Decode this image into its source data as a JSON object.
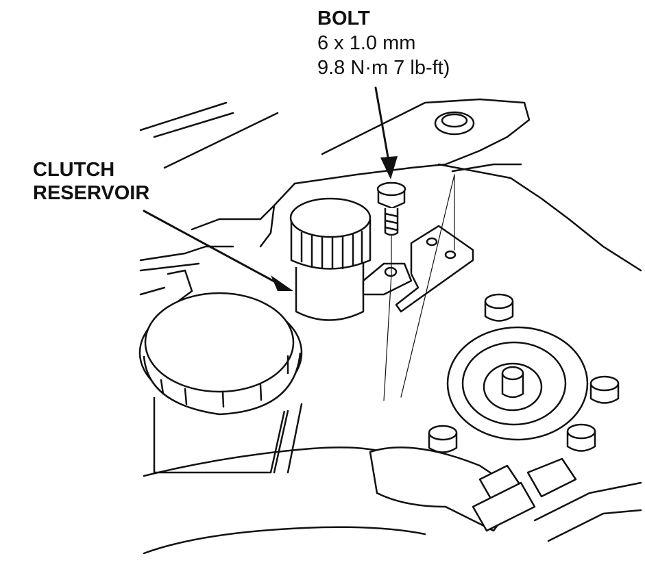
{
  "bolt_callout": {
    "title": "BOLT",
    "size": "6 x 1.0 mm",
    "torque": "9.8 N·m 7 lb-ft)"
  },
  "reservoir_callout": {
    "line1": "CLUTCH",
    "line2": "RESERVOIR"
  },
  "colors": {
    "ink": "#111111",
    "paper": "#ffffff"
  }
}
